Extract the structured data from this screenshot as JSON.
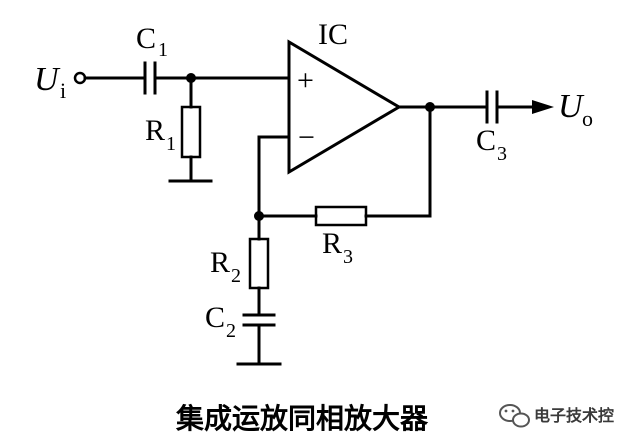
{
  "diagram": {
    "component_labels": {
      "c1": "C",
      "c1_sub": "1",
      "r1": "R",
      "r1_sub": "1",
      "ic": "IC",
      "plus": "+",
      "minus": "−",
      "c3": "C",
      "c3_sub": "3",
      "r2": "R",
      "r2_sub": "2",
      "r3": "R",
      "r3_sub": "3",
      "c2": "C",
      "c2_sub": "2"
    },
    "input_label": "U",
    "input_sub": "i",
    "output_label": "U",
    "output_sub": "o",
    "caption": "集成运放同相放大器"
  },
  "watermark": {
    "text": "电子技术控",
    "icon": "wechat-icon"
  }
}
